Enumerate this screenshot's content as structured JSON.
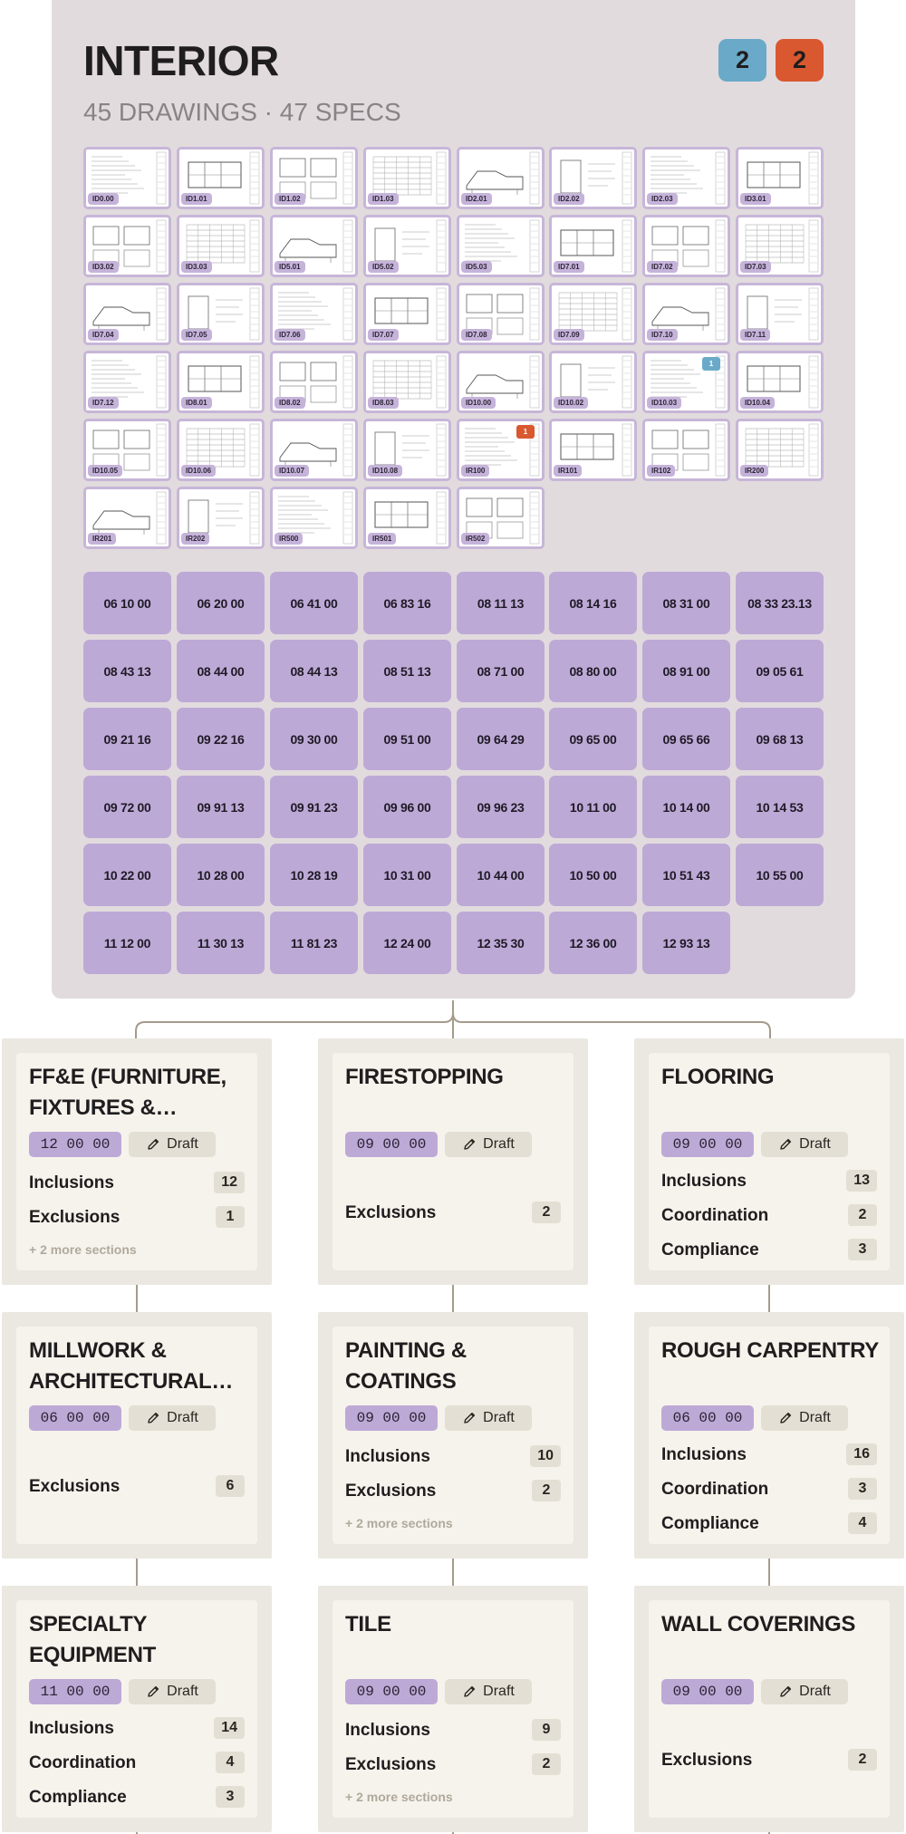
{
  "header": {
    "title": "INTERIOR",
    "subtitle": "45 DRAWINGS · 47 SPECS",
    "badges": [
      {
        "value": "2",
        "color": "#6aaac8"
      },
      {
        "value": "2",
        "color": "#d9582f"
      }
    ]
  },
  "drawings": [
    {
      "label": "ID0.00"
    },
    {
      "label": "ID1.01"
    },
    {
      "label": "ID1.02"
    },
    {
      "label": "ID1.03"
    },
    {
      "label": "ID2.01"
    },
    {
      "label": "ID2.02"
    },
    {
      "label": "ID2.03"
    },
    {
      "label": "ID3.01"
    },
    {
      "label": "ID3.02"
    },
    {
      "label": "ID3.03"
    },
    {
      "label": "ID5.01"
    },
    {
      "label": "ID5.02"
    },
    {
      "label": "ID5.03"
    },
    {
      "label": "ID7.01"
    },
    {
      "label": "ID7.02"
    },
    {
      "label": "ID7.03"
    },
    {
      "label": "ID7.04"
    },
    {
      "label": "ID7.05"
    },
    {
      "label": "ID7.06"
    },
    {
      "label": "ID7.07"
    },
    {
      "label": "ID7.08"
    },
    {
      "label": "ID7.09"
    },
    {
      "label": "ID7.10"
    },
    {
      "label": "ID7.11"
    },
    {
      "label": "ID7.12"
    },
    {
      "label": "ID8.01"
    },
    {
      "label": "ID8.02"
    },
    {
      "label": "ID8.03"
    },
    {
      "label": "ID10.00"
    },
    {
      "label": "ID10.02"
    },
    {
      "label": "ID10.03",
      "marker": "1",
      "marker_color": "#6aaac8"
    },
    {
      "label": "ID10.04"
    },
    {
      "label": "ID10.05"
    },
    {
      "label": "ID10.06"
    },
    {
      "label": "ID10.07"
    },
    {
      "label": "ID10.08"
    },
    {
      "label": "IR100",
      "marker": "1",
      "marker_color": "#d9582f"
    },
    {
      "label": "IR101"
    },
    {
      "label": "IR102"
    },
    {
      "label": "IR200"
    },
    {
      "label": "IR201"
    },
    {
      "label": "IR202"
    },
    {
      "label": "IR500"
    },
    {
      "label": "IR501"
    },
    {
      "label": "IR502"
    }
  ],
  "specs": [
    "06 10 00",
    "06 20 00",
    "06 41 00",
    "06 83 16",
    "08 11 13",
    "08 14 16",
    "08 31 00",
    "08 33 23.13",
    "08 43 13",
    "08 44 00",
    "08 44 13",
    "08 51 13",
    "08 71 00",
    "08 80 00",
    "08 91 00",
    "09 05 61",
    "09 21 16",
    "09 22 16",
    "09 30 00",
    "09 51 00",
    "09 64 29",
    "09 65 00",
    "09 65 66",
    "09 68 13",
    "09 72 00",
    "09 91 13",
    "09 91 23",
    "09 96 00",
    "09 96 23",
    "10 11 00",
    "10 14 00",
    "10 14 53",
    "10 22 00",
    "10 28 00",
    "10 28 19",
    "10 31 00",
    "10 44 00",
    "10 50 00",
    "10 51 43",
    "10 55 00",
    "11 12 00",
    "11 30 13",
    "11 81 23",
    "12 24 00",
    "12 35 30",
    "12 36 00",
    "12 93 13"
  ],
  "cards": [
    {
      "title": "FF&E (FURNITURE, FIXTURES &…",
      "code": "12 00 00",
      "status": "Draft",
      "rows": [
        {
          "label": "Inclusions",
          "count": "12"
        },
        {
          "label": "Exclusions",
          "count": "1"
        }
      ],
      "more": "+ 2 more sections"
    },
    {
      "title": "FIRESTOPPING",
      "code": "09 00 00",
      "status": "Draft",
      "rows": [
        {
          "label": "Exclusions",
          "count": "2"
        }
      ],
      "more": ""
    },
    {
      "title": "FLOORING",
      "code": "09 00 00",
      "status": "Draft",
      "rows": [
        {
          "label": "Inclusions",
          "count": "13"
        },
        {
          "label": "Coordination",
          "count": "2"
        },
        {
          "label": "Compliance",
          "count": "3"
        }
      ],
      "more": ""
    },
    {
      "title": "MILLWORK & ARCHITECTURAL…",
      "code": "06 00 00",
      "status": "Draft",
      "rows": [
        {
          "label": "Exclusions",
          "count": "6"
        }
      ],
      "more": ""
    },
    {
      "title": "PAINTING & COATINGS",
      "code": "09 00 00",
      "status": "Draft",
      "rows": [
        {
          "label": "Inclusions",
          "count": "10"
        },
        {
          "label": "Exclusions",
          "count": "2"
        }
      ],
      "more": "+ 2 more sections"
    },
    {
      "title": "ROUGH CARPENTRY",
      "code": "06 00 00",
      "status": "Draft",
      "rows": [
        {
          "label": "Inclusions",
          "count": "16"
        },
        {
          "label": "Coordination",
          "count": "3"
        },
        {
          "label": "Compliance",
          "count": "4"
        }
      ],
      "more": ""
    },
    {
      "title": "SPECIALTY EQUIPMENT",
      "code": "11 00 00",
      "status": "Draft",
      "rows": [
        {
          "label": "Inclusions",
          "count": "14"
        },
        {
          "label": "Coordination",
          "count": "4"
        },
        {
          "label": "Compliance",
          "count": "3"
        }
      ],
      "more": ""
    },
    {
      "title": "TILE",
      "code": "09 00 00",
      "status": "Draft",
      "rows": [
        {
          "label": "Inclusions",
          "count": "9"
        },
        {
          "label": "Exclusions",
          "count": "2"
        }
      ],
      "more": "+ 2 more sections"
    },
    {
      "title": "WALL COVERINGS",
      "code": "09 00 00",
      "status": "Draft",
      "rows": [
        {
          "label": "Exclusions",
          "count": "2"
        }
      ],
      "more": ""
    }
  ]
}
